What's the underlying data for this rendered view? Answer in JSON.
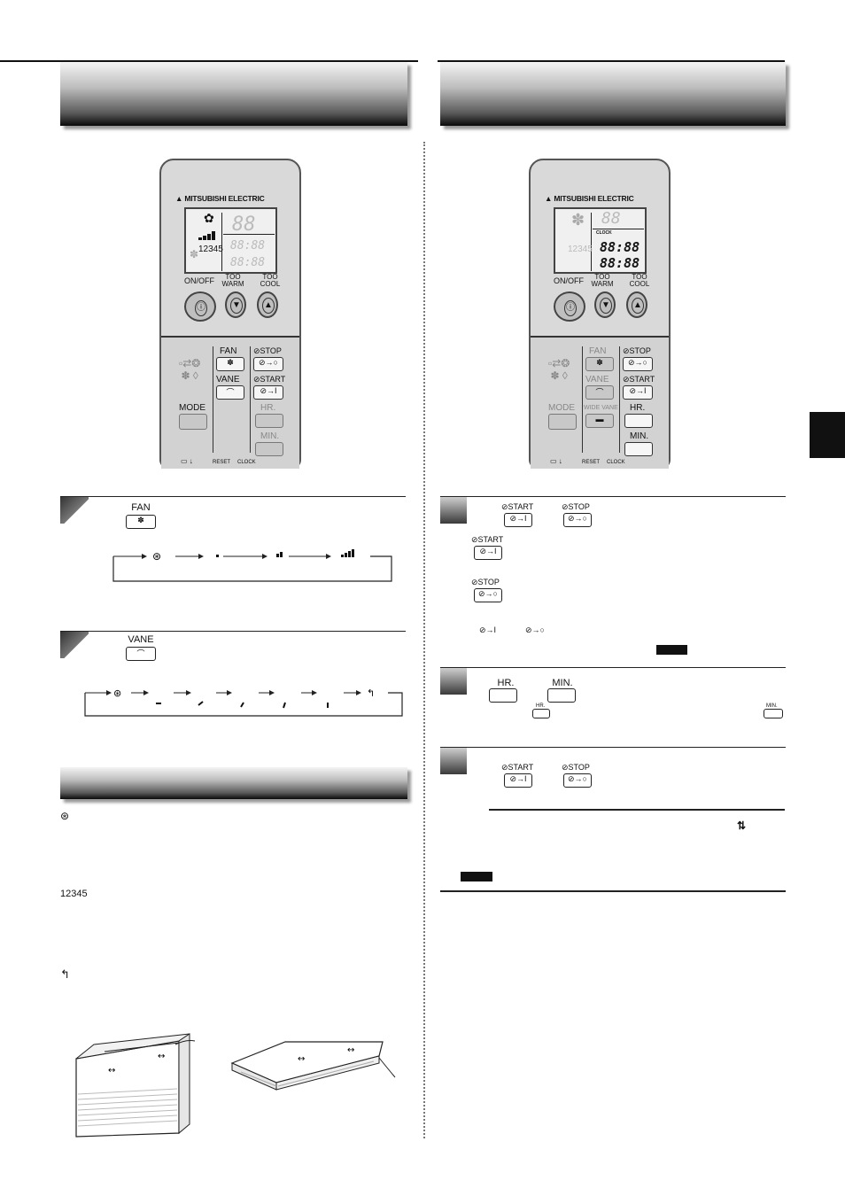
{
  "remote_left": {
    "brand": "MITSUBISHI ELECTRIC",
    "lcd_temp": "88",
    "lcd_time1": "88:88",
    "lcd_time2": "88:88",
    "lcd_numbers": "12345",
    "onoff_label": "ON/OFF",
    "too_warm_label": "TOO WARM",
    "too_cool_label": "TOO COOL",
    "fan_label": "FAN",
    "vane_label": "VANE",
    "mode_label": "MODE",
    "stop_label": "STOP",
    "start_label": "START",
    "hr_label": "HR.",
    "min_label": "MIN.",
    "reset_label": "RESET",
    "clock_label": "CLOCK"
  },
  "remote_right": {
    "brand": "MITSUBISHI ELECTRIC",
    "lcd_temp": "88",
    "clock_tag": "CLOCK",
    "lcd_time1": "88:88",
    "lcd_time2": "88:88",
    "lcd_numbers": "12345",
    "onoff_label": "ON/OFF",
    "too_warm_label": "TOO WARM",
    "too_cool_label": "TOO COOL",
    "fan_label": "FAN",
    "vane_label": "VANE",
    "wide_vane_label": "WIDE VANE",
    "mode_label": "MODE",
    "stop_label": "STOP",
    "start_label": "START",
    "hr_label": "HR.",
    "min_label": "MIN.",
    "reset_label": "RESET",
    "clock_label": "CLOCK"
  },
  "left_steps": {
    "fan_button_label": "FAN",
    "vane_button_label": "VANE"
  },
  "features": {
    "numbers": "12345"
  },
  "right_steps": {
    "start_label": "START",
    "stop_label": "STOP",
    "hr_label": "HR.",
    "min_label": "MIN.",
    "hr_small": "HR.",
    "min_small": "MIN."
  },
  "icons": [
    "fan-icon",
    "auto-fan-icon",
    "vane-icon",
    "swing-icon",
    "timer-start-icon",
    "timer-stop-icon",
    "arrow-right-icon",
    "up-down-arrows-icon"
  ]
}
